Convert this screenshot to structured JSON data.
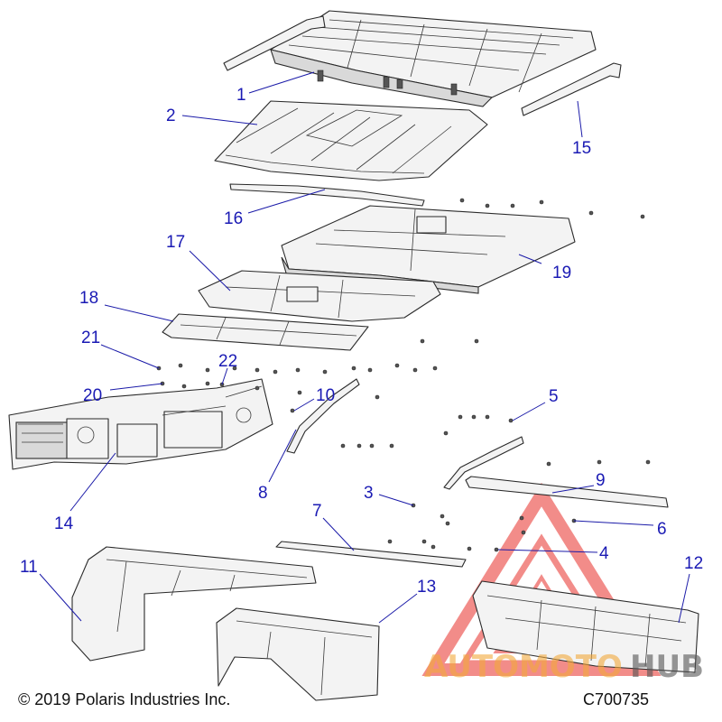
{
  "diagram": {
    "callouts": [
      {
        "label": "1"
      },
      {
        "label": "2"
      },
      {
        "label": "3"
      },
      {
        "label": "4"
      },
      {
        "label": "5"
      },
      {
        "label": "6"
      },
      {
        "label": "7"
      },
      {
        "label": "8"
      },
      {
        "label": "9"
      },
      {
        "label": "10"
      },
      {
        "label": "11"
      },
      {
        "label": "12"
      },
      {
        "label": "13"
      },
      {
        "label": "14"
      },
      {
        "label": "15"
      },
      {
        "label": "16"
      },
      {
        "label": "17"
      },
      {
        "label": "18"
      },
      {
        "label": "19"
      },
      {
        "label": "20"
      },
      {
        "label": "21"
      },
      {
        "label": "22"
      }
    ]
  },
  "footer": {
    "copyright": "© 2019 Polaris Industries Inc.",
    "diagram_code": "C700735"
  },
  "watermark": {
    "brand_part1": "AUTOMOTO",
    "brand_part2": "HUB",
    "color_primary": "#e8302a",
    "color_secondary": "#f2a93b",
    "color_dark": "#555555"
  },
  "colors": {
    "callout": "#1a1ab4",
    "line": "#2a2a2a"
  }
}
